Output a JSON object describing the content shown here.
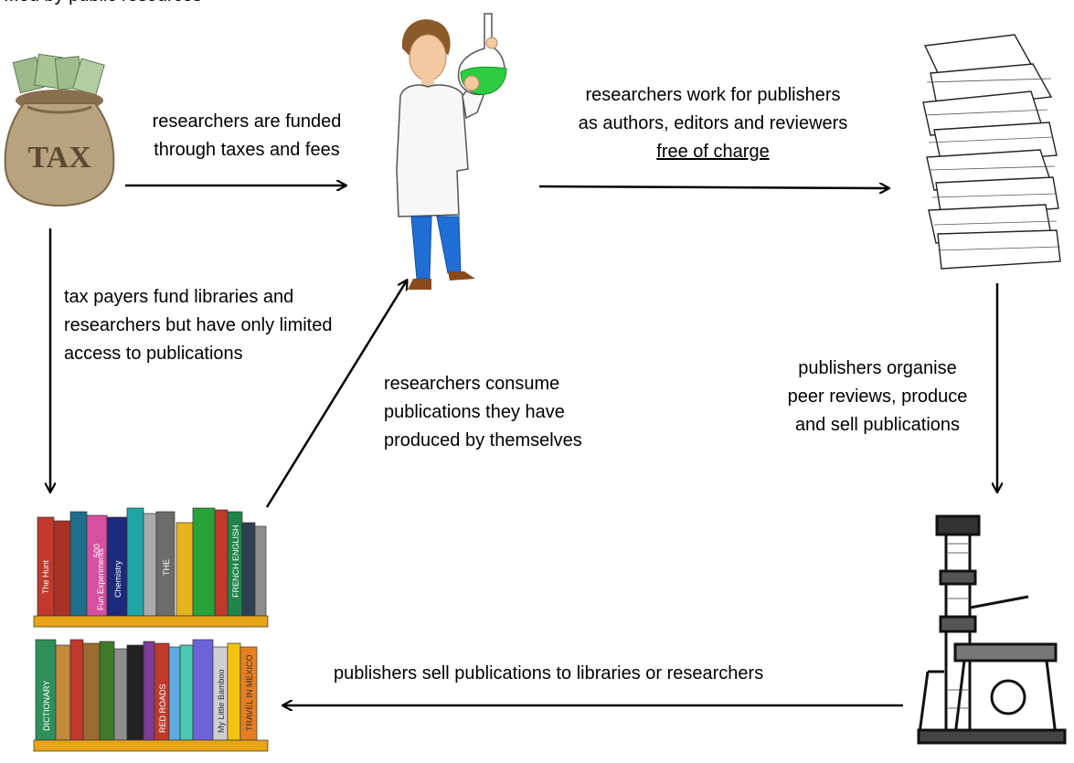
{
  "header": {
    "cut_text": "...ed by public resources"
  },
  "labels": {
    "funding": [
      "researchers are funded",
      "through taxes and fees"
    ],
    "work": [
      "researchers work for publishers",
      "as authors, editors and reviewers",
      "free of charge"
    ],
    "taxpayers": [
      "tax payers fund libraries and",
      "researchers but have only limited",
      "access to publications"
    ],
    "consume": [
      "researchers consume",
      "publications they have",
      "produced by themselves"
    ],
    "organise": [
      "publishers organise",
      "peer reviews, produce",
      "and sell publications"
    ],
    "sell": "publishers sell publications to libraries or researchers"
  },
  "pictures": {
    "tax_bag": "TAX",
    "books_top": [
      "The Hunt",
      "500",
      "Fun Experiments",
      "Chemistry",
      "THE",
      "FRENCH ENGLISH"
    ],
    "books_bottom": [
      "DICTIONARY",
      "RED ROADS",
      "My Little Bamboo",
      "TRAVEL IN MEXICO"
    ]
  },
  "colors": {
    "arrow": "#000000",
    "shelf": "#e8a417",
    "flask": "#2ecc40",
    "coat": "#f5f5f5",
    "jeans": "#1f6fd6"
  }
}
